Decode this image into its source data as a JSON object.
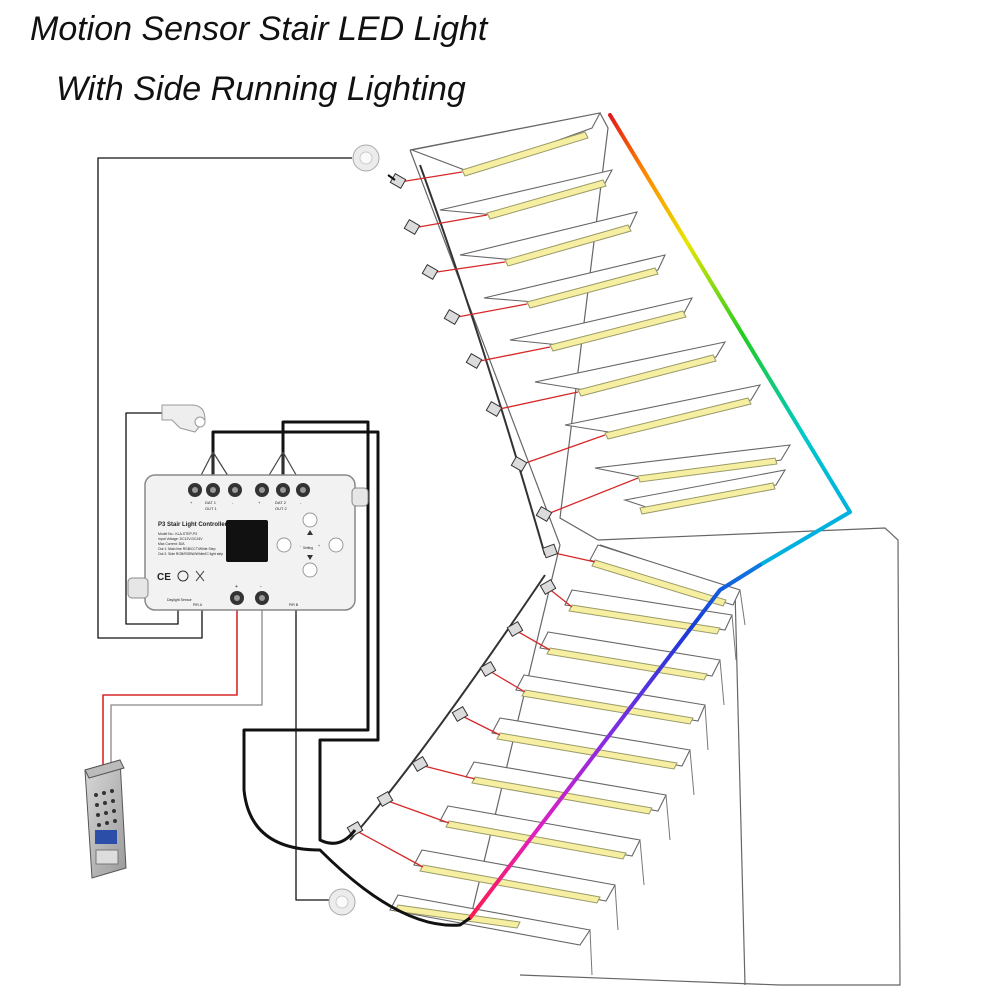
{
  "title_line1": "Motion Sensor Stair LED Light",
  "title_line2": "With Side Running Lighting",
  "controller": {
    "name": "P3 Stair Light Controller",
    "spec_lines": [
      "Model No.: KLA-STEP-P3",
      "Input Voltage: DC12V-DC24V",
      "Max Current: 30A",
      "Out 1: Main line RGB/CCT/White Step",
      "Out 2: Side RGB/RGBW/White/IC light strip"
    ],
    "dat1_label": "DAT 1",
    "dat2_label": "DAT 2",
    "out1_label": "OUT 1",
    "out2_label": "OUT 2",
    "plus_sign": "+",
    "minus_sign": "-",
    "setting_label": "Setting",
    "daylight_label": "Daylight Sensor",
    "pira_label": "PIR A",
    "pirb_label": "PIR B",
    "ce_mark": "CE"
  },
  "colors": {
    "wire_red": "#d62828",
    "wire_black": "#111111",
    "led_yellow": "#f6eea0",
    "stair_line": "#666666"
  },
  "icons": [
    "pir-sensor-icon",
    "daylight-sensor-icon",
    "power-supply-icon",
    "led-bar-icon"
  ]
}
